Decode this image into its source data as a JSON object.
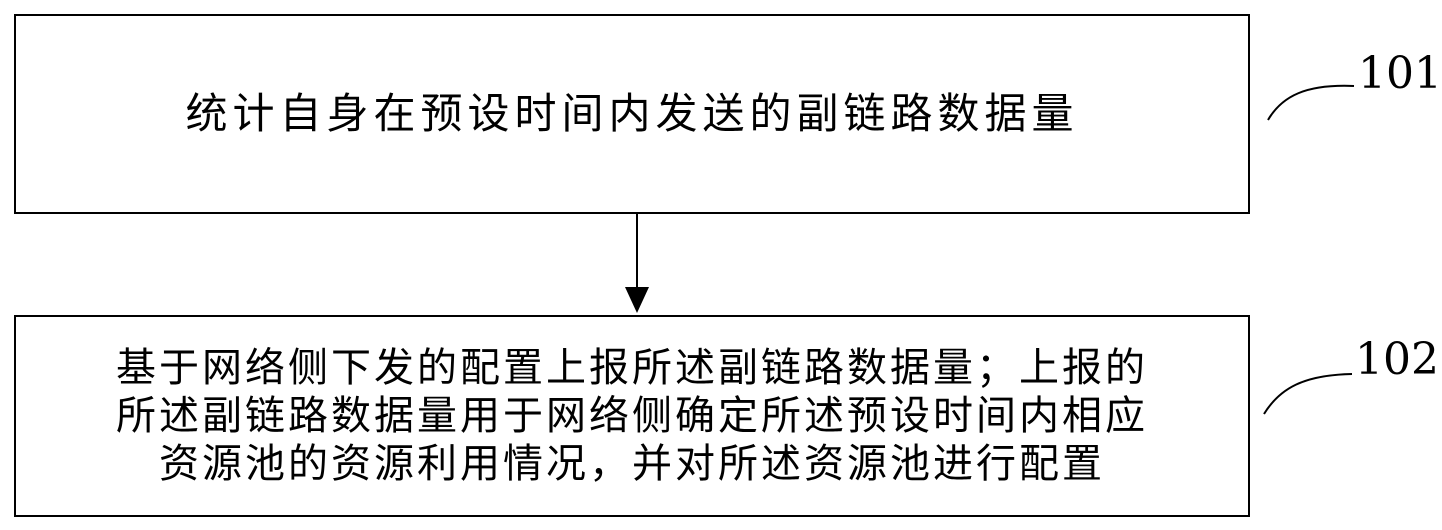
{
  "steps": [
    {
      "ref": "101",
      "text": "统计自身在预设时间内发送的副链路数据量"
    },
    {
      "ref": "102",
      "lines": [
        "基于网络侧下发的配置上报所述副链路数据量；上报的",
        "所述副链路数据量用于网络侧确定所述预设时间内相应",
        "资源池的资源利用情况，并对所述资源池进行配置"
      ]
    }
  ],
  "colors": {
    "stroke": "#000000",
    "background": "#ffffff"
  }
}
